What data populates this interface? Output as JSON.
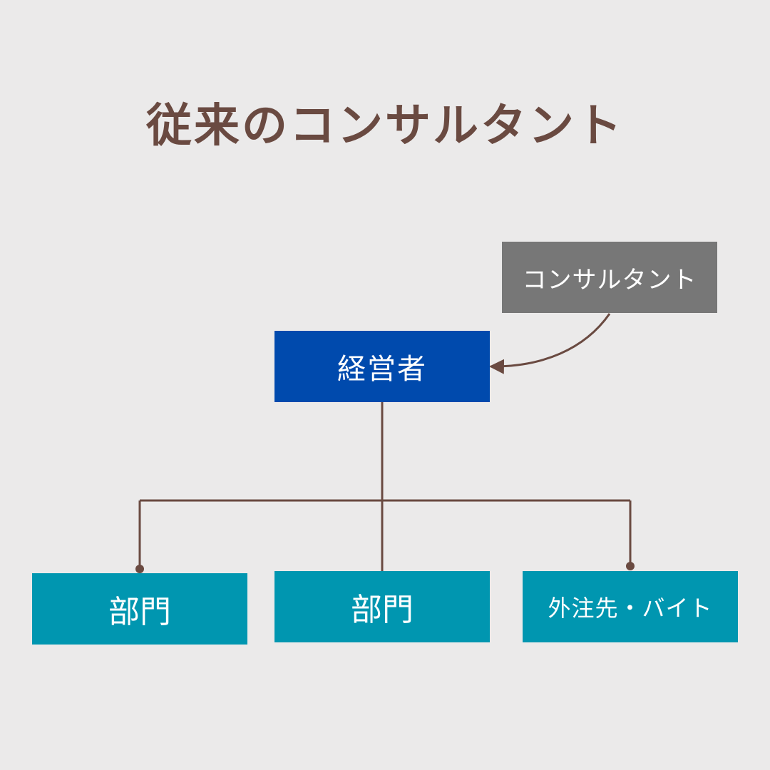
{
  "title": "従来のコンサルタント",
  "nodes": {
    "consultant": {
      "label": "コンサルタント",
      "color": "#777777"
    },
    "executive": {
      "label": "経営者",
      "color": "#004aad"
    },
    "department_1": {
      "label": "部門",
      "color": "#0096b0"
    },
    "department_2": {
      "label": "部門",
      "color": "#0096b0"
    },
    "outsource": {
      "label": "外注先・バイト",
      "color": "#0096b0"
    }
  },
  "colors": {
    "background": "#ebeaea",
    "title": "#6a4a41",
    "connector": "#6a4a41"
  }
}
